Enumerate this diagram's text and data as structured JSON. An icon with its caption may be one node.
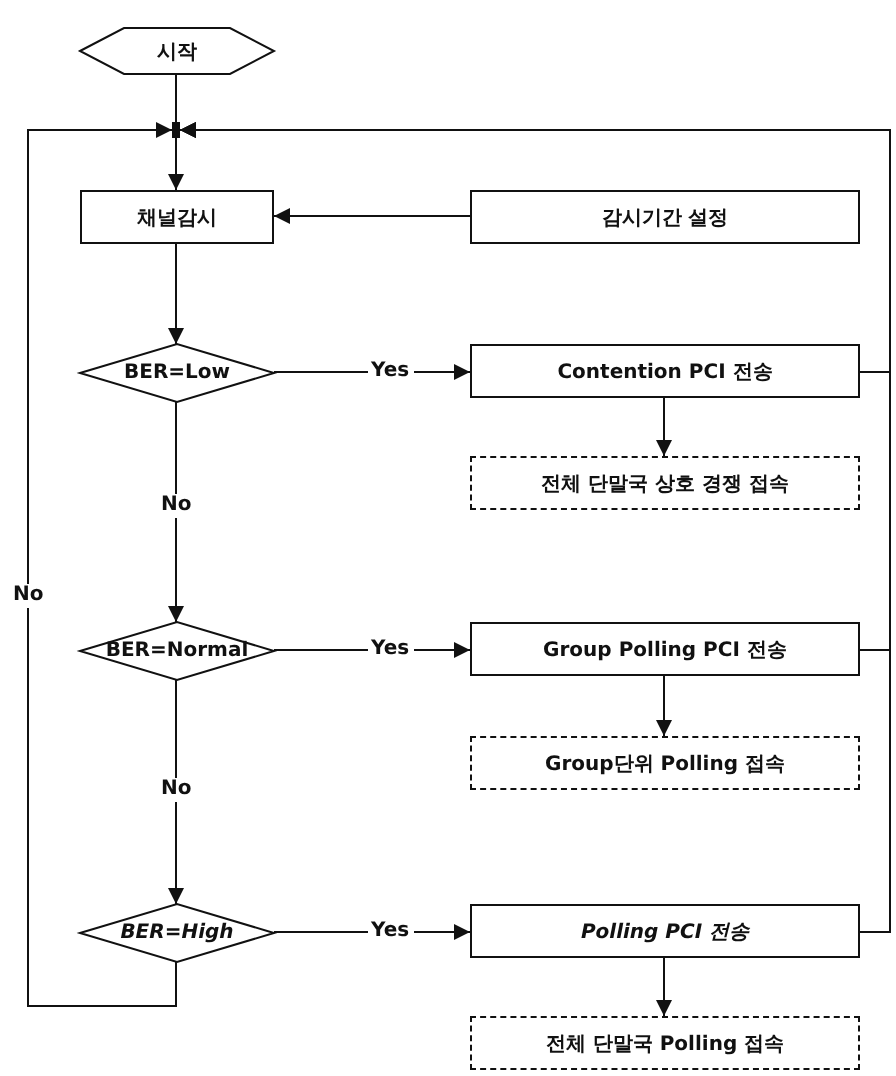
{
  "diagram": {
    "nodes": [
      {
        "text": [
          "시작"
        ]
      },
      {
        "text": [],
        "shape": "bar"
      },
      {
        "text": [
          "채널감시"
        ]
      },
      {
        "text": [
          "감시기간 설정"
        ]
      },
      {
        "text": [
          "BER=Low"
        ]
      },
      {
        "text": [
          "Contention PCI 전송"
        ]
      },
      {
        "text": [
          "전체 단말국 상호 경쟁 접속"
        ]
      },
      {
        "text": [
          "BER=Normal"
        ]
      },
      {
        "text": [
          "Group Polling PCI 전송"
        ]
      },
      {
        "text": [
          "Group단위 Polling 접속"
        ]
      },
      {
        "text": [
          "BER=High"
        ]
      },
      {
        "text": [
          "Polling PCI 전송"
        ]
      },
      {
        "text": [
          "전체 단말국 Polling 접속"
        ]
      }
    ],
    "edges": [
      {
        "from": 0,
        "to": 1,
        "arrow": "none"
      },
      {
        "from": 1,
        "to": 2,
        "arrow": "to"
      },
      {
        "from": 3,
        "to": 2,
        "arrow": "to"
      },
      {
        "from": 2,
        "to": 4,
        "arrow": "to"
      },
      {
        "from": 4,
        "to": 5,
        "arrow": "to",
        "label": "Yes"
      },
      {
        "from": 5,
        "to": 6,
        "arrow": "to"
      },
      {
        "from": 4,
        "to": 7,
        "arrow": "to",
        "label": "No"
      },
      {
        "from": 7,
        "to": 8,
        "arrow": "to",
        "label": "Yes"
      },
      {
        "from": 8,
        "to": 9,
        "arrow": "to"
      },
      {
        "from": 7,
        "to": 10,
        "arrow": "to",
        "label": "No"
      },
      {
        "from": 10,
        "to": 11,
        "arrow": "to",
        "label": "Yes"
      },
      {
        "from": 11,
        "to": 12,
        "arrow": "to"
      },
      {
        "from": 10,
        "to": 1,
        "arrow": "to",
        "label": "No"
      },
      {
        "from": 5,
        "to": 1,
        "arrow": "to"
      },
      {
        "from": 8,
        "to": 1,
        "arrow": "to"
      },
      {
        "from": 11,
        "to": 1,
        "arrow": "to"
      }
    ]
  }
}
